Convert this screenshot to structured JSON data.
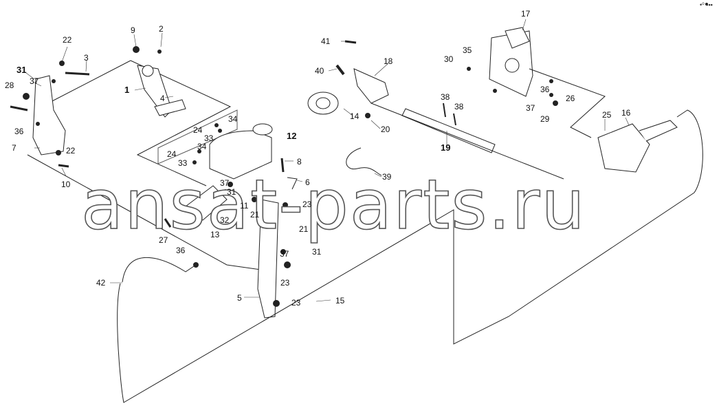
{
  "diagram": {
    "watermark": "ansat-parts.ru",
    "corner_mark": "•⁰ ▪▪▪",
    "labels": {
      "l1": "1",
      "l2": "2",
      "l3": "3",
      "l4": "4",
      "l5": "5",
      "l6": "6",
      "l7": "7",
      "l8": "8",
      "l9": "9",
      "l10": "10",
      "l11": "11",
      "l12": "12",
      "l13": "13",
      "l14": "14",
      "l15": "15",
      "l16": "16",
      "l17": "17",
      "l18": "18",
      "l19": "19",
      "l20": "20",
      "l21a": "21",
      "l21b": "21",
      "l22a": "22",
      "l22b": "22",
      "l23a": "23",
      "l23b": "23",
      "l23c": "23",
      "l24a": "24",
      "l24b": "24",
      "l25": "25",
      "l26": "26",
      "l27": "27",
      "l28": "28",
      "l29": "29",
      "l30": "30",
      "l31a": "31",
      "l31b": "31",
      "l31c": "31",
      "l32": "32",
      "l33a": "33",
      "l33b": "33",
      "l34a": "34",
      "l34b": "34",
      "l35": "35",
      "l36a": "36",
      "l36b": "36",
      "l36c": "36",
      "l37a": "37",
      "l37b": "37",
      "l37c": "37",
      "l37d": "37",
      "l38a": "38",
      "l38b": "38",
      "l39": "39",
      "l40": "40",
      "l41": "41",
      "l42": "42"
    }
  }
}
